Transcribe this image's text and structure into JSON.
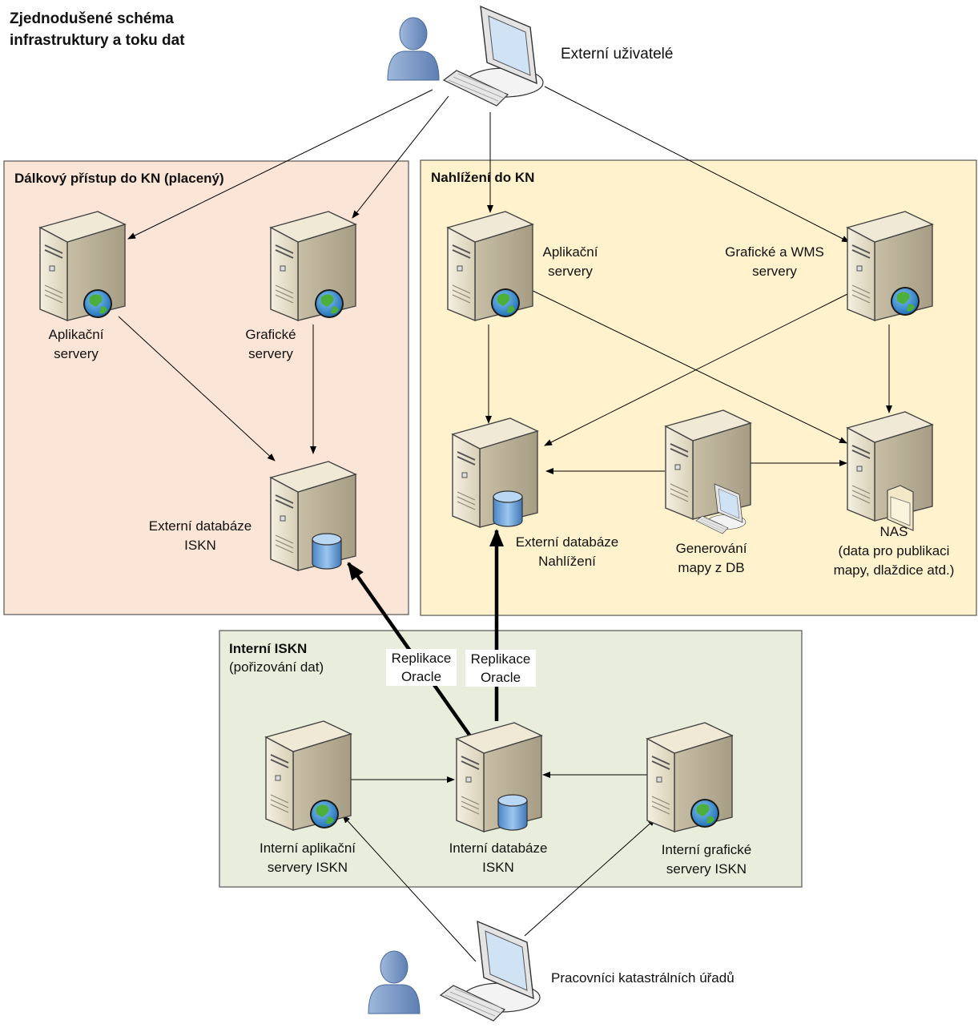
{
  "title": {
    "line1": "Zjednodušené schéma",
    "line2": "infrastruktury a toku dat"
  },
  "zones": {
    "remote": {
      "title": "Dálkový přístup do KN (placený)"
    },
    "viewing": {
      "title": "Nahlížení do KN"
    },
    "internal": {
      "title": "Interní ISKN",
      "subtitle": "(pořizování dat)"
    }
  },
  "actors": {
    "external_users": "Externí uživatelé",
    "cadastral_workers": "Pracovníci katastrálních úřadů"
  },
  "nodes": {
    "remote_app": {
      "line1": "Aplikační",
      "line2": "servery"
    },
    "remote_graphic": {
      "line1": "Grafické",
      "line2": "servery"
    },
    "remote_db": {
      "line1": "Externí databáze",
      "line2": "ISKN"
    },
    "view_app": {
      "line1": "Aplikační",
      "line2": "servery"
    },
    "view_graphic": {
      "line1": "Grafické a WMS",
      "line2": "servery"
    },
    "view_db": {
      "line1": "Externí databáze",
      "line2": "Nahlížení"
    },
    "view_gen": {
      "line1": "Generování",
      "line2": "mapy z DB"
    },
    "view_nas": {
      "line1": "NAS",
      "line2": "(data pro publikaci",
      "line3": "mapy, dlaždice atd.)"
    },
    "int_app": {
      "line1": "Interní aplikační",
      "line2": "servery ISKN"
    },
    "int_db": {
      "line1": "Interní databáze",
      "line2": "ISKN"
    },
    "int_graphic": {
      "line1": "Interní grafické",
      "line2": "servery ISKN"
    }
  },
  "replication": {
    "left": {
      "line1": "Replikace",
      "line2": "Oracle"
    },
    "right": {
      "line1": "Replikace",
      "line2": "Oracle"
    }
  },
  "colors": {
    "zone_remote_fill": "#fbe5d6",
    "zone_viewing_fill": "#fff2cc",
    "zone_internal_fill": "#e8eedb",
    "server_body": "#e9e3cf",
    "server_side": "#b9b099",
    "globe_blue": "#2e7fc6",
    "globe_green": "#4caf3c",
    "db_cylinder": "#6aa0d8",
    "person": "#7f9dc8"
  }
}
